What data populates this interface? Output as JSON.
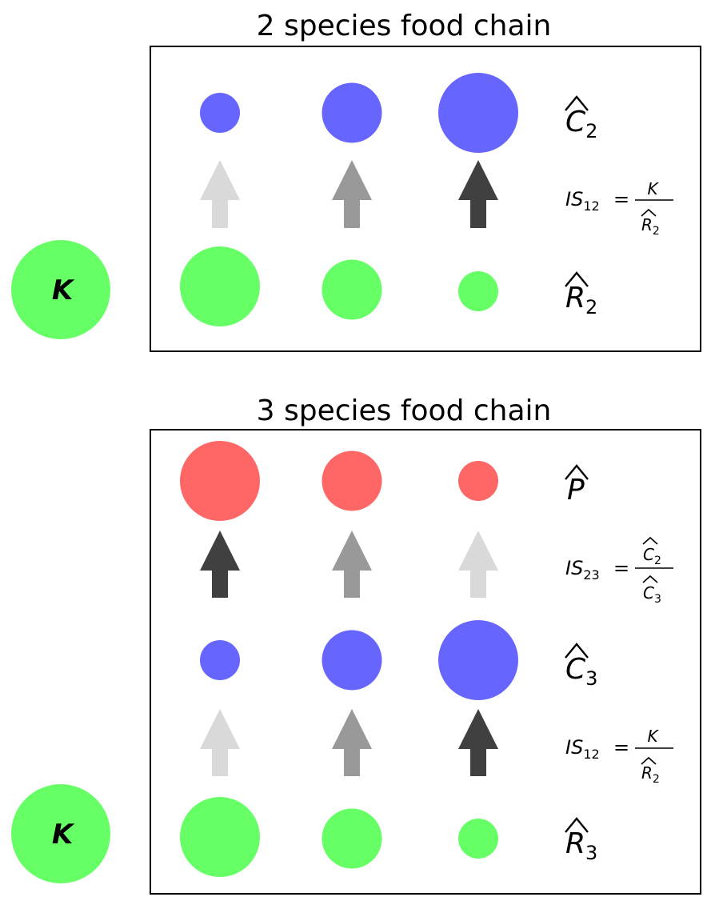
{
  "colors": {
    "resource": "#66ff66",
    "consumer": "#6666ff",
    "predator": "#ff6666",
    "arrow_light": "#d9d9d9",
    "arrow_mid": "#999999",
    "arrow_dark": "#404040"
  },
  "panels": [
    {
      "title": "2 species food chain",
      "k_label": "K",
      "labels": {
        "top": {
          "base": "C",
          "sub": "2"
        },
        "bottom": {
          "base": "R",
          "sub": "2"
        }
      },
      "interaction": {
        "is": "IS",
        "is_sub": "12",
        "eq": "=",
        "num": "K",
        "den": {
          "base": "R",
          "sub": "2"
        }
      },
      "top_sizes": [
        0.5,
        0.75,
        1.0
      ],
      "bottom_sizes": [
        1.0,
        0.75,
        0.5
      ],
      "arrow_shades": [
        "light",
        "mid",
        "dark"
      ]
    },
    {
      "title": "3 species food chain",
      "k_label": "K",
      "labels": {
        "top": {
          "base": "P",
          "sub": ""
        },
        "middle": {
          "base": "C",
          "sub": "3"
        },
        "bottom": {
          "base": "R",
          "sub": "3"
        }
      },
      "interaction_upper": {
        "is": "IS",
        "is_sub": "23",
        "eq": "=",
        "num": {
          "base": "C",
          "sub": "2"
        },
        "den": {
          "base": "C",
          "sub": "3"
        }
      },
      "interaction_lower": {
        "is": "IS",
        "is_sub": "12",
        "eq": "=",
        "num": "K",
        "den": {
          "base": "R",
          "sub": "2"
        }
      },
      "top_sizes": [
        1.0,
        0.75,
        0.5
      ],
      "middle_sizes": [
        0.5,
        0.75,
        1.0
      ],
      "bottom_sizes": [
        1.0,
        0.75,
        0.5
      ],
      "upper_arrow_shades": [
        "dark",
        "mid",
        "light"
      ],
      "lower_arrow_shades": [
        "light",
        "mid",
        "dark"
      ]
    }
  ]
}
